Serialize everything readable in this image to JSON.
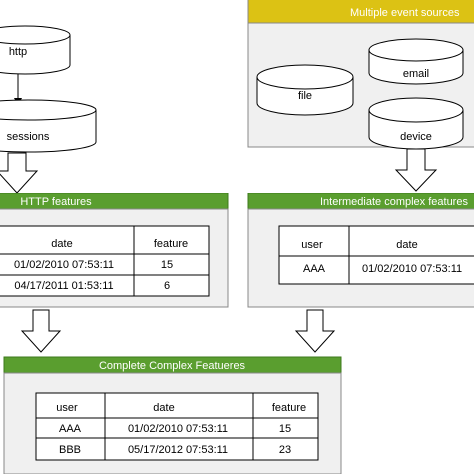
{
  "colors": {
    "green_header": "#5a9e2f",
    "yellow_header": "#dcc214",
    "panel_gray": "#f0f0f0",
    "border": "#000000"
  },
  "cylinders": {
    "http": "http",
    "sessions": "sessions",
    "file": "file",
    "email": "email",
    "device": "device"
  },
  "event_sources": {
    "title": "Multiple event sources"
  },
  "http_features": {
    "title": "HTTP features",
    "columns": [
      "date",
      "feature"
    ],
    "rows": [
      [
        "01/02/2010 07:53:11",
        "15"
      ],
      [
        "04/17/2011 01:53:11",
        "6"
      ]
    ]
  },
  "intermediate": {
    "title": "Intermediate complex features",
    "columns": [
      "user",
      "date"
    ],
    "rows": [
      [
        "AAA",
        "01/02/2010 07:53:11"
      ]
    ]
  },
  "complete": {
    "title": "Complete Complex Featueres",
    "columns": [
      "user",
      "date",
      "feature"
    ],
    "rows": [
      [
        "AAA",
        "01/02/2010 07:53:11",
        "15"
      ],
      [
        "BBB",
        "05/17/2012 07:53:11",
        "23"
      ]
    ]
  }
}
